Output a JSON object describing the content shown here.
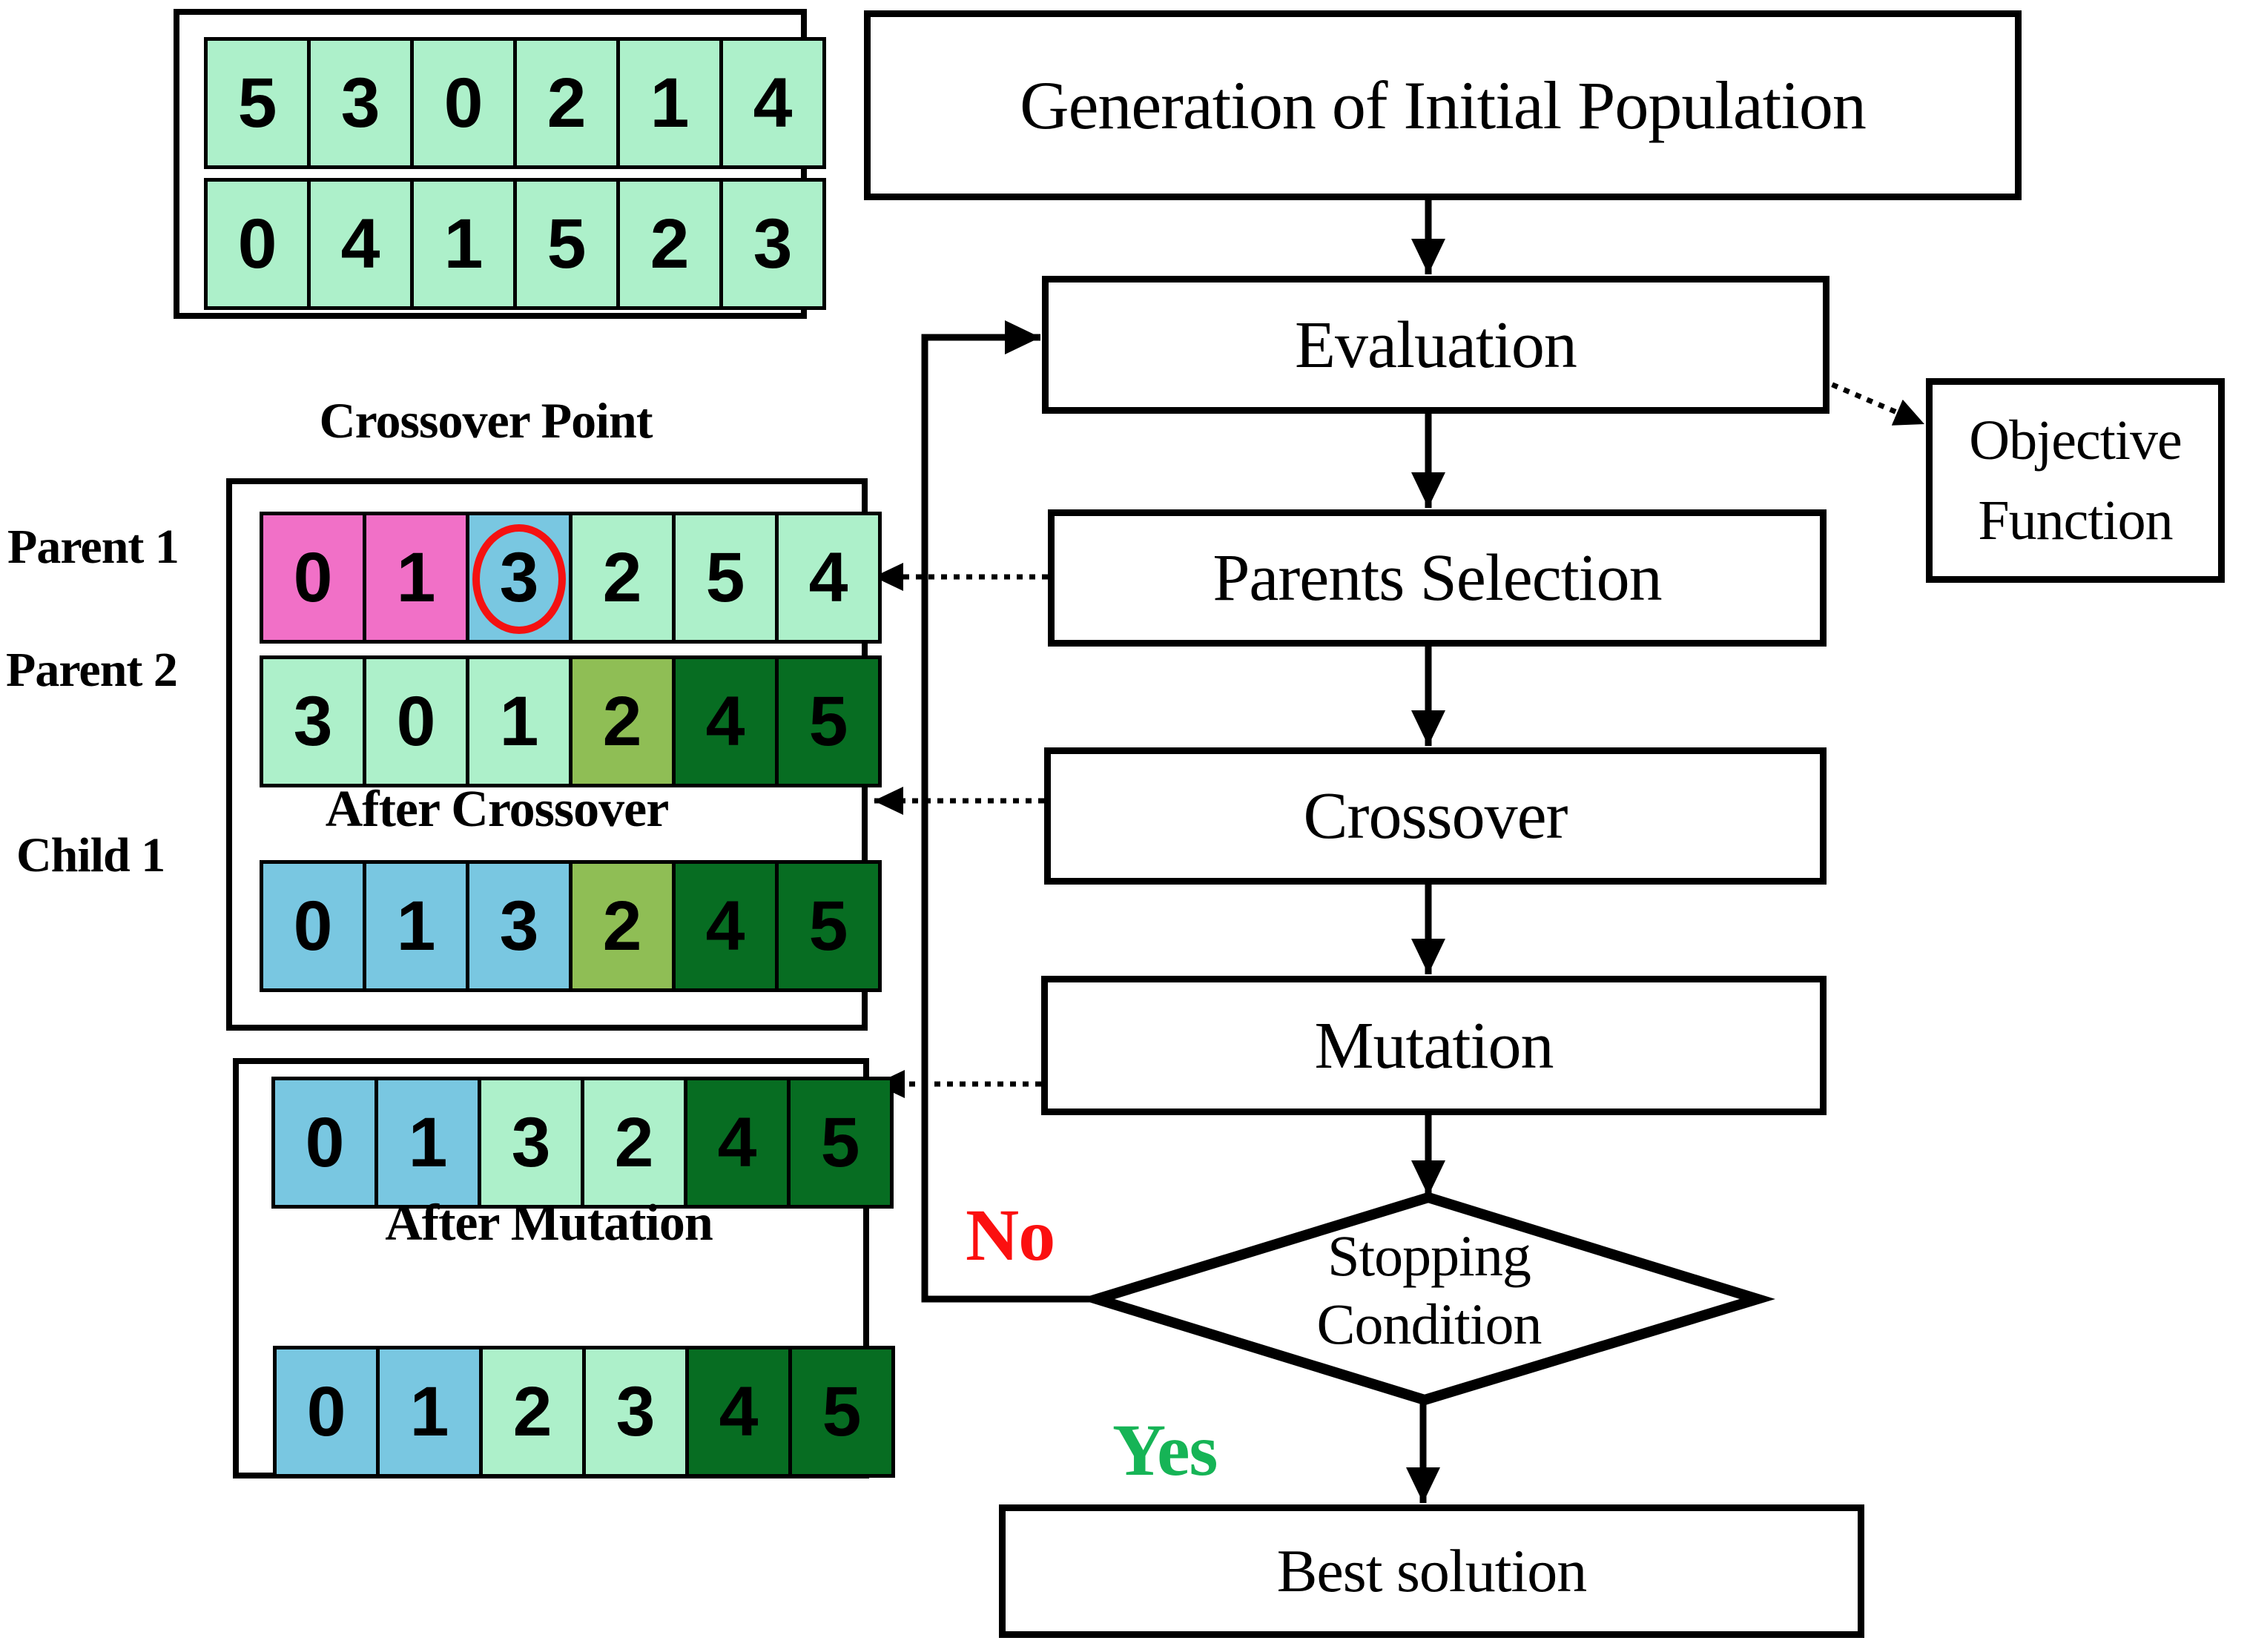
{
  "colors": {
    "mint": "#adf0ca",
    "pink": "#f170c7",
    "blue": "#79c7e1",
    "olive": "#8fbe55",
    "darkgreen": "#076d22",
    "ring": "#f51111",
    "no_red": "#fb1010",
    "yes_green": "#16b456",
    "line_black": "#000000"
  },
  "population_panel": {
    "row1": [
      {
        "v": "5",
        "c": "mint"
      },
      {
        "v": "3",
        "c": "mint"
      },
      {
        "v": "0",
        "c": "mint"
      },
      {
        "v": "2",
        "c": "mint"
      },
      {
        "v": "1",
        "c": "mint"
      },
      {
        "v": "4",
        "c": "mint"
      }
    ],
    "row2": [
      {
        "v": "0",
        "c": "mint"
      },
      {
        "v": "4",
        "c": "mint"
      },
      {
        "v": "1",
        "c": "mint"
      },
      {
        "v": "5",
        "c": "mint"
      },
      {
        "v": "2",
        "c": "mint"
      },
      {
        "v": "3",
        "c": "mint"
      }
    ]
  },
  "crossover_panel": {
    "title": "Crossover Point",
    "parent1_label": "Parent 1",
    "parent2_label": "Parent 2",
    "child1_label": "Child 1",
    "after_crossover_label": "After Crossover",
    "parent1": [
      {
        "v": "0",
        "c": "pink"
      },
      {
        "v": "1",
        "c": "pink"
      },
      {
        "v": "3",
        "c": "blue",
        "circled": true
      },
      {
        "v": "2",
        "c": "mint"
      },
      {
        "v": "5",
        "c": "mint"
      },
      {
        "v": "4",
        "c": "mint"
      }
    ],
    "parent2": [
      {
        "v": "3",
        "c": "mint"
      },
      {
        "v": "0",
        "c": "mint"
      },
      {
        "v": "1",
        "c": "mint"
      },
      {
        "v": "2",
        "c": "olive"
      },
      {
        "v": "4",
        "c": "darkgreen"
      },
      {
        "v": "5",
        "c": "darkgreen"
      }
    ],
    "child1": [
      {
        "v": "0",
        "c": "blue"
      },
      {
        "v": "1",
        "c": "blue"
      },
      {
        "v": "3",
        "c": "blue"
      },
      {
        "v": "2",
        "c": "olive"
      },
      {
        "v": "4",
        "c": "darkgreen"
      },
      {
        "v": "5",
        "c": "darkgreen"
      }
    ]
  },
  "mutation_panel": {
    "after_mutation_label": "After Mutation",
    "before": [
      {
        "v": "0",
        "c": "blue"
      },
      {
        "v": "1",
        "c": "blue"
      },
      {
        "v": "3",
        "c": "mint"
      },
      {
        "v": "2",
        "c": "mint"
      },
      {
        "v": "4",
        "c": "darkgreen"
      },
      {
        "v": "5",
        "c": "darkgreen"
      }
    ],
    "after": [
      {
        "v": "0",
        "c": "blue"
      },
      {
        "v": "1",
        "c": "blue"
      },
      {
        "v": "2",
        "c": "mint"
      },
      {
        "v": "3",
        "c": "mint"
      },
      {
        "v": "4",
        "c": "darkgreen"
      },
      {
        "v": "5",
        "c": "darkgreen"
      }
    ]
  },
  "flowchart": {
    "generation": "Generation of Initial Population",
    "evaluation": "Evaluation",
    "objective_line1": "Objective",
    "objective_line2": "Function",
    "parents_selection": "Parents Selection",
    "crossover": "Crossover",
    "mutation": "Mutation",
    "stopping_line1": "Stopping",
    "stopping_line2": "Condition",
    "no_label": "No",
    "yes_label": "Yes",
    "best_solution": "Best solution"
  }
}
